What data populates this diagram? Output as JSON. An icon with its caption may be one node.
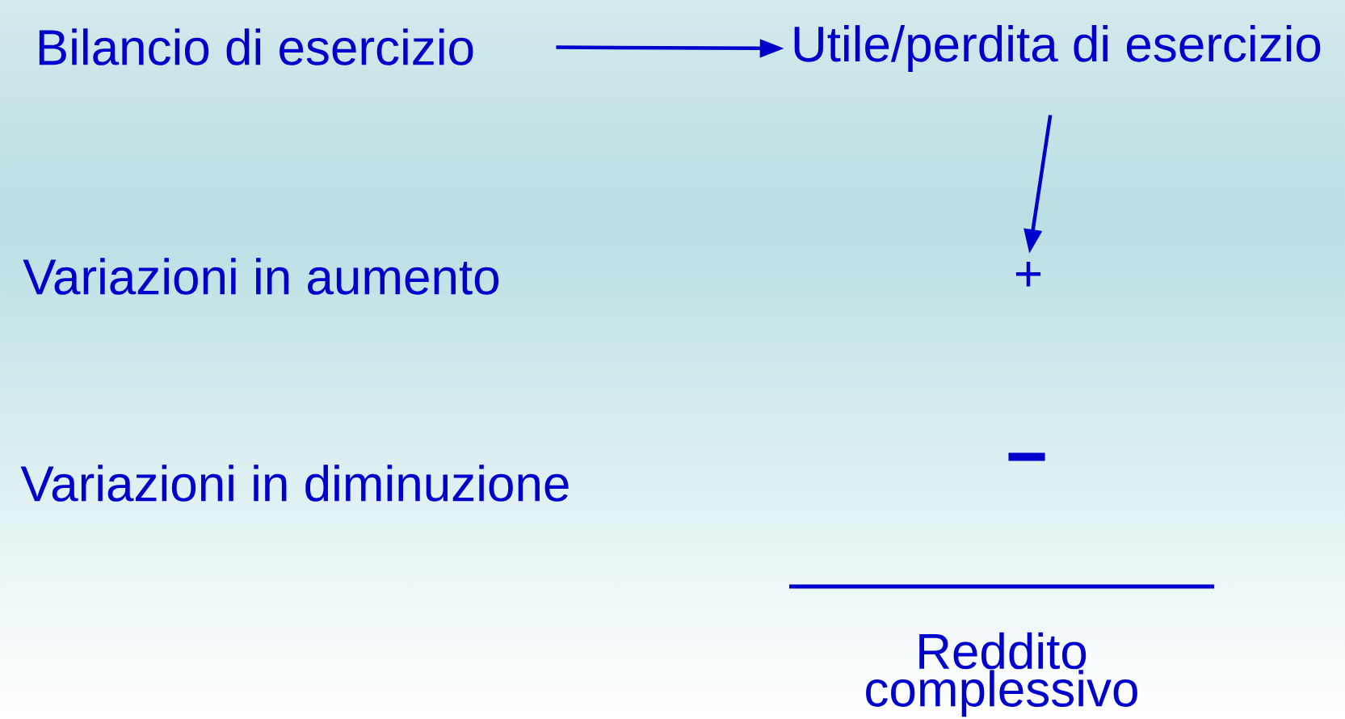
{
  "diagram": {
    "nodes": [
      {
        "text": [
          "Bilancio di esercizio"
        ]
      },
      {
        "text": [
          "Utile/perdita di esercizio"
        ]
      },
      {
        "text": [
          "+"
        ]
      }
    ],
    "edges": [
      {
        "from": 0,
        "to": 1,
        "arrow": "to"
      },
      {
        "from": 1,
        "to": 2,
        "arrow": "to"
      }
    ],
    "labels": [
      "Variazioni in aumento",
      "Variazioni in diminuzione",
      "−",
      "Reddito complessivo"
    ]
  }
}
